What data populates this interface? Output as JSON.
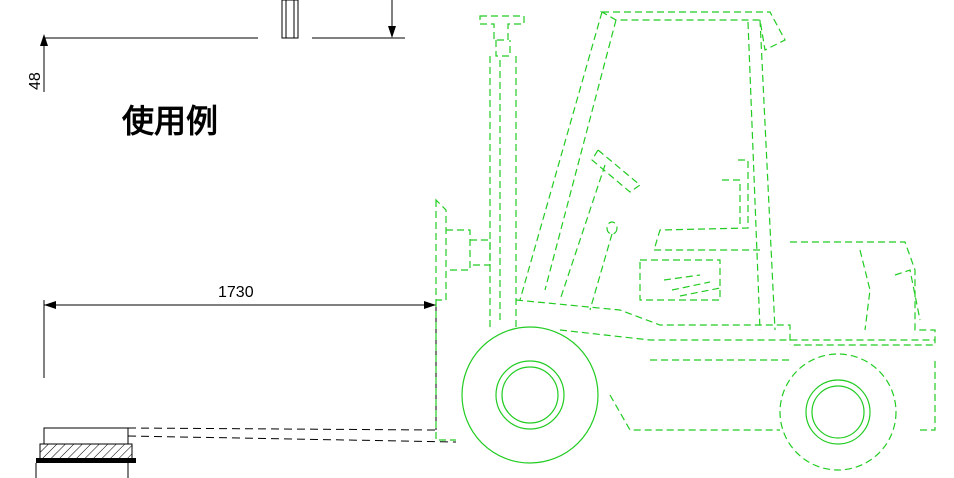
{
  "title": "使用例",
  "dimensions": {
    "height_label": "48",
    "length_label": "1730"
  },
  "colors": {
    "forklift_line": "#22cc22",
    "dimension_line": "#000000",
    "background": "#ffffff"
  }
}
